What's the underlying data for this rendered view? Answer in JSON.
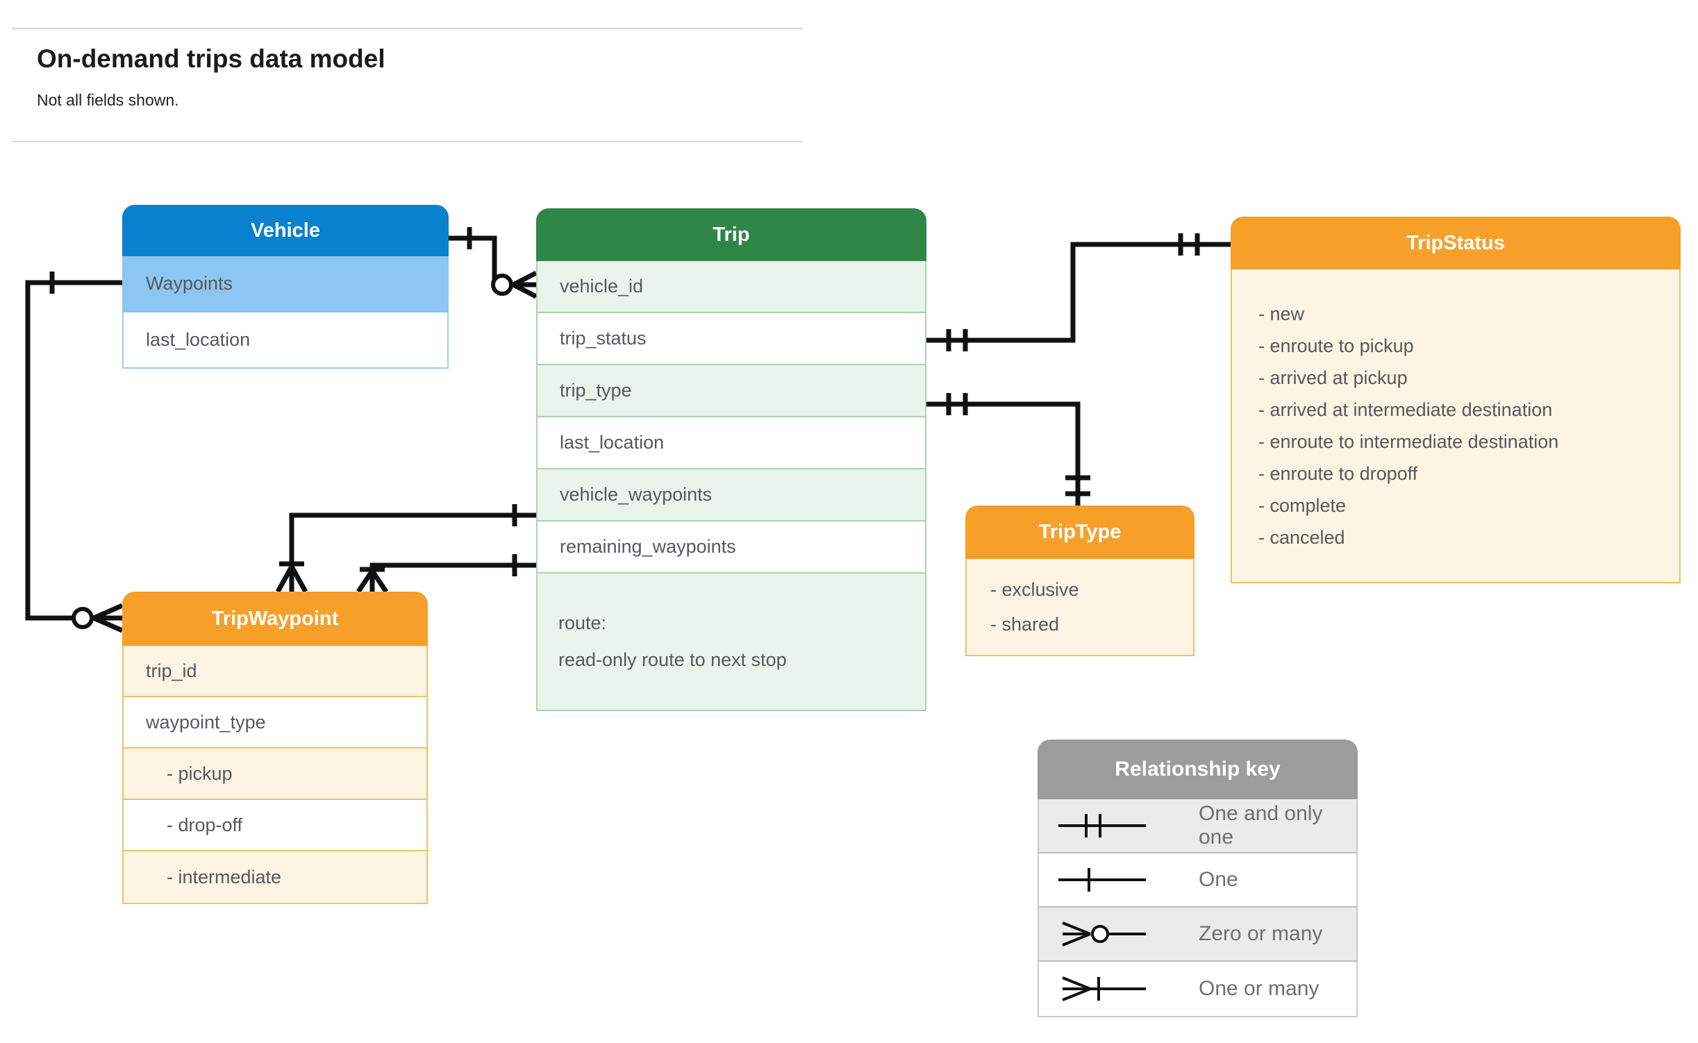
{
  "page": {
    "title": "On-demand trips data model",
    "subtitle": "Not all fields shown."
  },
  "entities": {
    "vehicle": {
      "title": "Vehicle",
      "fields": [
        "Waypoints",
        "last_location"
      ]
    },
    "trip": {
      "title": "Trip",
      "fields": [
        "vehicle_id",
        "trip_status",
        "trip_type",
        "last_location",
        "vehicle_waypoints",
        "remaining_waypoints"
      ],
      "route_field": {
        "line1": "route:",
        "line2": "read-only route to next stop"
      }
    },
    "trip_status": {
      "title": "TripStatus",
      "values": [
        "- new",
        "- enroute to pickup",
        "- arrived at pickup",
        "- arrived at intermediate destination",
        "- enroute to intermediate destination",
        "- enroute to dropoff",
        "- complete",
        "- canceled"
      ]
    },
    "trip_type": {
      "title": "TripType",
      "values": [
        "- exclusive",
        "- shared"
      ]
    },
    "trip_waypoint": {
      "title": "TripWaypoint",
      "fields": [
        "trip_id",
        "waypoint_type"
      ],
      "values": [
        "- pickup",
        "- drop-off",
        "- intermediate"
      ]
    }
  },
  "legend": {
    "title": "Relationship key",
    "rows": [
      {
        "symbol": "one-and-only-one",
        "label": "One and only one"
      },
      {
        "symbol": "one",
        "label": "One"
      },
      {
        "symbol": "zero-or-many",
        "label": "Zero or many"
      },
      {
        "symbol": "one-or-many",
        "label": "One or many"
      }
    ]
  },
  "colors": {
    "blue_header": "#0a81cd",
    "blue_highlight_row": "#8dc6f0",
    "green_header": "#2e8749",
    "green_row_tint": "#eaf3ec",
    "green_border": "#a9d3b1",
    "orange_header": "#f6a02a",
    "orange_row_cream": "#fdf4e3",
    "orange_border": "#f2c063",
    "legend_header_gray": "#9c9c9c",
    "legend_row_gray": "#ebebeb",
    "connector_black": "#111111",
    "field_text_gray": "#54595e"
  }
}
